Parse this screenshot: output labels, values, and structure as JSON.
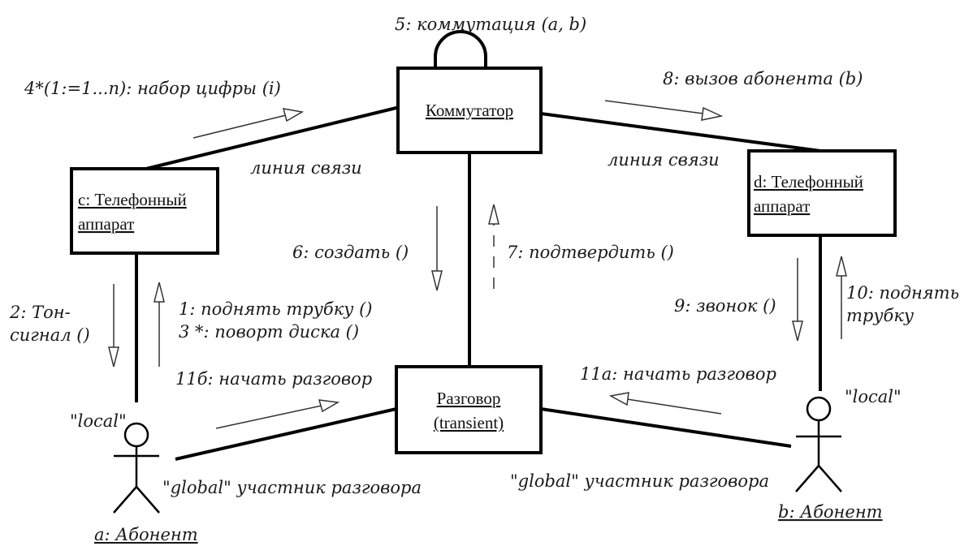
{
  "objects": {
    "switch": {
      "name": "Коммутатор"
    },
    "phone_c": {
      "line1": "c: Телефонный",
      "line2": "аппарат"
    },
    "phone_d": {
      "line1": "d: Телефонный",
      "line2": "аппарат"
    },
    "conversation": {
      "line1": "Разговор",
      "line2": "(transient)"
    }
  },
  "actors": {
    "a": {
      "name": "a: Абонент",
      "local": "\"local\"",
      "global": "\"global\" участник разговора"
    },
    "b": {
      "name": "b: Абонент",
      "local": "\"local\"",
      "global": "\"global\" участник разговора"
    }
  },
  "links": {
    "left": "линия связи",
    "right": "линия связи"
  },
  "messages": {
    "m1": "1: поднять трубку ()",
    "m2_line1": "2: Тон-",
    "m2_line2": "сигнал ()",
    "m3": "3 *: поворт диска ()",
    "m4": "4*(1:=1...n): набор цифры (i)",
    "m5": "5: коммутация (a, b)",
    "m6": "6: создать ()",
    "m7": "7: подтвердить ()",
    "m8": "8: вызов абонента (b)",
    "m9": "9: звонок ()",
    "m10_line1": "10: поднять",
    "m10_line2": "трубку",
    "m11a": "11а: начать разговор",
    "m11b": "11б: начать разговор"
  }
}
